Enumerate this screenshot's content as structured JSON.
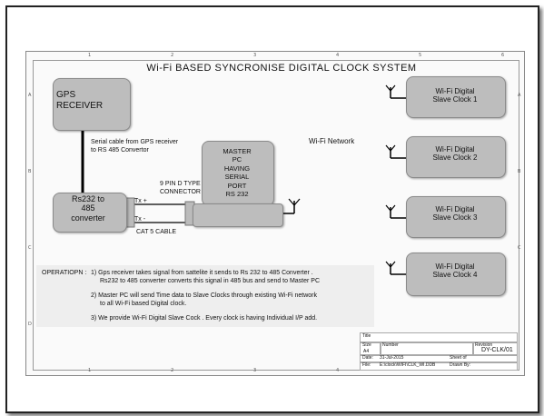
{
  "title": "Wi-Fi BASED SYNCRONISE DIGITAL CLOCK SYSTEM",
  "gps_box": {
    "line1": "GPS",
    "line2": "RECEIVER"
  },
  "serial_note": {
    "line1": "Serial cable from GPS receiver",
    "line2": "to RS 485 Convertor"
  },
  "converter_box": {
    "line1": "Rs232 to",
    "line2": "485",
    "line3": "converter"
  },
  "master_box": {
    "lines": [
      "MASTER",
      "PC",
      "HAVING",
      "SERIAL",
      "PORT",
      "RS 232"
    ]
  },
  "connector_label": {
    "line1": "9 PIN D TYPE",
    "line2": "CONNECTOR"
  },
  "tx_label": "Tx +",
  "tx_minus_label": "Tx -",
  "cable_label": "CAT 5 CABLE",
  "wifi_network_label": "Wi-Fi Network",
  "slave_clocks": [
    {
      "line1": "Wi-Fi Digital",
      "line2": "Slave Clock 1"
    },
    {
      "line1": "Wi-Fi Digital",
      "line2": "Slave Clock 2"
    },
    {
      "line1": "Wi-Fi Digital",
      "line2": "Slave Clock 3"
    },
    {
      "line1": "Wi-Fi Digital",
      "line2": "Slave Clock 4"
    }
  ],
  "operation": {
    "heading": "OPERATIOPN :",
    "p1a": "1) Gps receiver takes signal from sattelite it sends to Rs 232 to 485 Converter .",
    "p1b": "Rs232 to 485 converter converts this signal in 485 bus and send to Master PC",
    "p2a": "2) Master PC will send Time data to Slave Clocks  through existing Wi-Fi network",
    "p2b": "to all Wi-Fi based Digital clock.",
    "p3": "3)  We provide Wi-Fi Digital  Slave Cock . Every clock is having Individual I/P add."
  },
  "title_block": {
    "title_label": "Title",
    "size_label": "Size",
    "size_value": "A4",
    "number_label": "Number",
    "revision_label": "Revision",
    "drawing_number": "DY-CLK/01",
    "date_label": "Date:",
    "date_value": "31-Jul-2015",
    "file_label": "File:",
    "file_value": "E:\\clock\\WIFI\\CLK_WI.DDB",
    "sheet_label": "Sheet    of",
    "drawn_label": "Drawn By:"
  },
  "ruler": {
    "top": [
      "1",
      "2",
      "3",
      "4",
      "5",
      "6"
    ],
    "side": [
      "A",
      "B",
      "C",
      "D"
    ]
  }
}
